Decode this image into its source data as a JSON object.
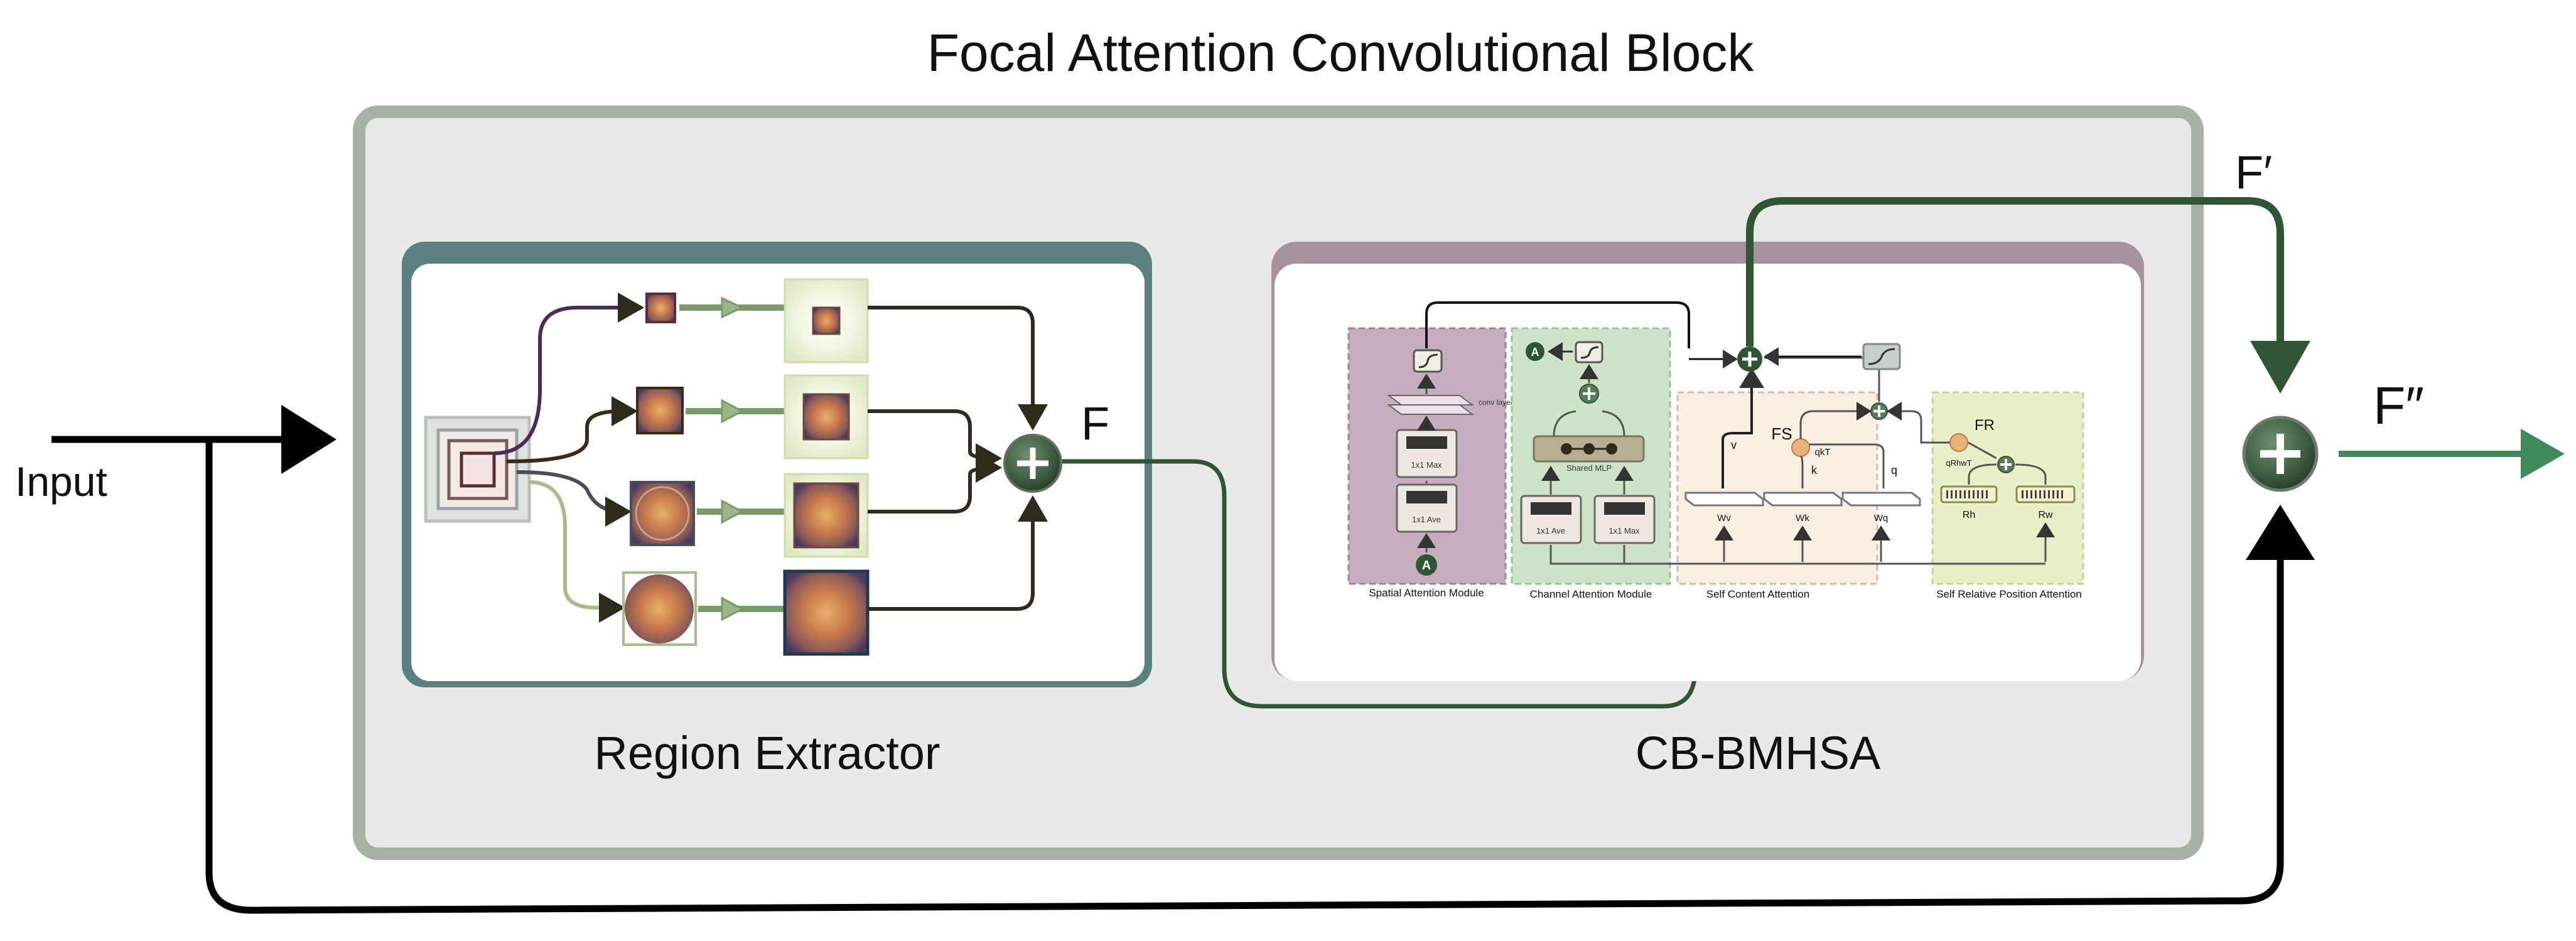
{
  "title": "Focal Attention Convolutional Block",
  "input_label": "Input",
  "region_extractor": {
    "caption": "Region Extractor"
  },
  "cb_bmhsa": {
    "caption": "CB-BMHSA",
    "modules": {
      "spatial": "Spatial Attention Module",
      "channel": "Channel Attention Module",
      "self_content": "Self Content Attention",
      "self_relative": "Self Relative Position Attention"
    },
    "spatial_inner": {
      "conv_layer": "conv layer",
      "max_pool": "1x1 Max",
      "ave_pool": "1x1 Ave",
      "a_marker": "A"
    },
    "channel_inner": {
      "a_marker": "A",
      "shared_mlp": "Shared MLP",
      "ave_pool": "1x1 Ave",
      "max_pool": "1x1 Max"
    },
    "self_content_inner": {
      "fs": "FS",
      "qkt": "qkT",
      "v": "v",
      "k": "k",
      "q": "q",
      "wv": "Wv",
      "wk": "Wk",
      "wq": "Wq"
    },
    "self_relative_inner": {
      "fr": "FR",
      "qr": "qRhwT",
      "rh": "Rh",
      "rw": "Rw"
    }
  },
  "labels": {
    "f": "F",
    "f_prime": "F′",
    "f_double_prime": "F″"
  },
  "colors": {
    "outer_panel_fill": "#e9eae7",
    "outer_panel_border": "#a5b2a4",
    "region_border": "#5c7f80",
    "cb_border": "#a7939f",
    "dark_green": "#2f5535",
    "output_green": "#3e8a5a",
    "spatial_fill": "#c6aebf",
    "channel_fill": "#cfe3c8",
    "self_content_fill": "#fbefe3",
    "self_relative_fill": "#e9f0c8"
  }
}
